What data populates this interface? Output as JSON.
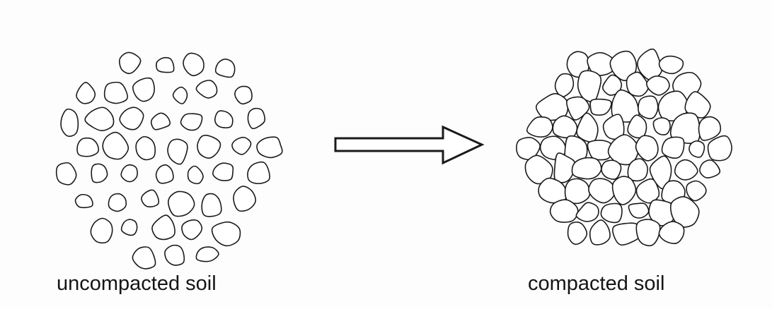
{
  "labels": {
    "uncompacted": "uncompacted soil",
    "compacted": "compacted soil"
  },
  "colors": {
    "background": "#fdfdfd",
    "grain_fill": "#ffffff",
    "outline": "#1a1a1a",
    "text": "#151515"
  },
  "arrow": {
    "direction": "right"
  }
}
